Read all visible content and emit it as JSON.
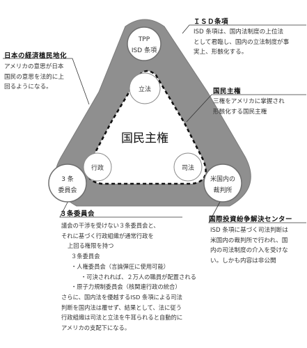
{
  "center_label": "国民主権",
  "nodes": {
    "tpp": {
      "line1": "TPP",
      "line2": "ISD 条項"
    },
    "legislature": "立法",
    "executive": "行政",
    "judiciary": "司法",
    "committee": {
      "line1": "3 条",
      "line2": "委員会"
    },
    "us_court": {
      "line1": "米国内の",
      "line2": "裁判所"
    }
  },
  "annotations": {
    "isd": {
      "title": "ＩＳＤ条項",
      "lines": [
        "ISD 条項は、国内法制度の上位法",
        "として君臨し、国内の立法制度が事",
        "実上、形骸化する。"
      ]
    },
    "colony": {
      "title": "日本の経済植民地化",
      "lines": [
        "アメリカの意思が日本",
        "国民の意思を法的に上",
        "回るようになる。"
      ]
    },
    "sovereignty": {
      "title": "国民主権",
      "lines": [
        "三権をアメリカに掌握され",
        "形骸化する国民主権"
      ]
    },
    "icsid": {
      "title": "国際投資紛争解決センター",
      "lines": [
        "ISD 条項に基づく司法判断は",
        "米国内の裁判所で行われ、国",
        "内の司法制度の介入を受けな",
        "い。しかも内容は非公開"
      ]
    },
    "committee": {
      "title": "３条委員会",
      "lines": [
        "議会の干渉を受けない３条委員会と、",
        "それに基づく行政組織が通常行政を",
        "上回る権限を持つ",
        "３条委員会",
        "・人権委員会（言論弾圧に使用可能）",
        "・可決されれば、２万人の職員が配置される",
        "・原子力規制委員会（核関連行政の統合）",
        "さらに、国内法を優越するISD 条項による司法",
        "判断を国内法は覆せず、結果として、法に従う",
        "行政組織は司法と立法を牛耳られると自動的に",
        "アメリカの支配下になる。"
      ]
    }
  },
  "colors": {
    "triangle_fill": "#8f8f8f",
    "inner_fill": "#ffffff",
    "circle_fill": "#ffffff",
    "circle_stroke": "#6e6e6e",
    "dashed_stroke": "#111111",
    "leader_line": "#333333"
  }
}
